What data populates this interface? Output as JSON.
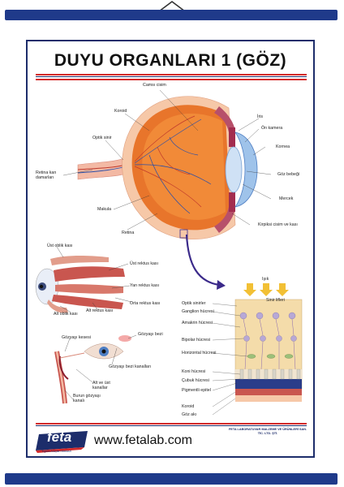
{
  "poster": {
    "title": "DUYU ORGANLARI 1 (GÖZ)",
    "website": "www.fetalab.com",
    "logo": "feta",
    "logo_tagline": "Eğitim Araçları Merkezi",
    "company": "FETA LABORATUVAR MALZEME VE ÜRÜNLERİ SAN. TİC. LTD. ŞTİ."
  },
  "eye_labels": {
    "camli_cisim": "Camsı cisim",
    "koroid": "Koroid",
    "optik_sinir": "Optik sinir",
    "retina_kan": "Retina kan damarları",
    "makula": "Makula",
    "retina": "Retina",
    "iris": "İris",
    "on_kamera": "Ön kamera",
    "kornea": "Kornea",
    "goz_bebegi": "Göz bebeği",
    "mercek": "Mercek",
    "kirpiksi": "Kirpiksi cisim ve kası"
  },
  "muscle_labels": {
    "ust_oblik": "Üst oblik kası",
    "ust_rektus": "Üst rektus kası",
    "yan_rektus": "Yan rektus kası",
    "orta_rektus": "Orta rektus kası",
    "alt_rektus": "Alt rektus kası",
    "alt_oblik": "Alt oblik kası"
  },
  "lacrimal_labels": {
    "gozyasi_kesesi": "Gözyaşı kesesi",
    "gozyasi_bezi": "Gözyaşı bezi",
    "bezi_kanallari": "Gözyaşı bezi kanalları",
    "alt_ust_kanallar": "Alt ve üst kanallar",
    "burun_kanali": "Burun gözyaşı kanalı"
  },
  "retina_labels": {
    "isik": "Işık",
    "sinir_lifleri": "Sinir lifleri",
    "optik_sinirler": "Optik sinirler",
    "ganglion": "Ganglion hücresi",
    "amakrin": "Amakrin hücresi",
    "bipolar": "Bipolar hücresi",
    "horizontal": "Horizontal hücresi",
    "koni": "Koni hücresi",
    "cubuk": "Çubuk hücresi",
    "pigmentli": "Pigmentli epitel",
    "koroid": "Koroid",
    "goz_aki": "Göz akı"
  },
  "colors": {
    "frame": "#1d2d6b",
    "accent_red": "#d42a2a",
    "sclera": "#f6c8a8",
    "choroid": "#e8752b",
    "cornea": "#9fc3ea",
    "nerve": "#f3b9a4"
  }
}
